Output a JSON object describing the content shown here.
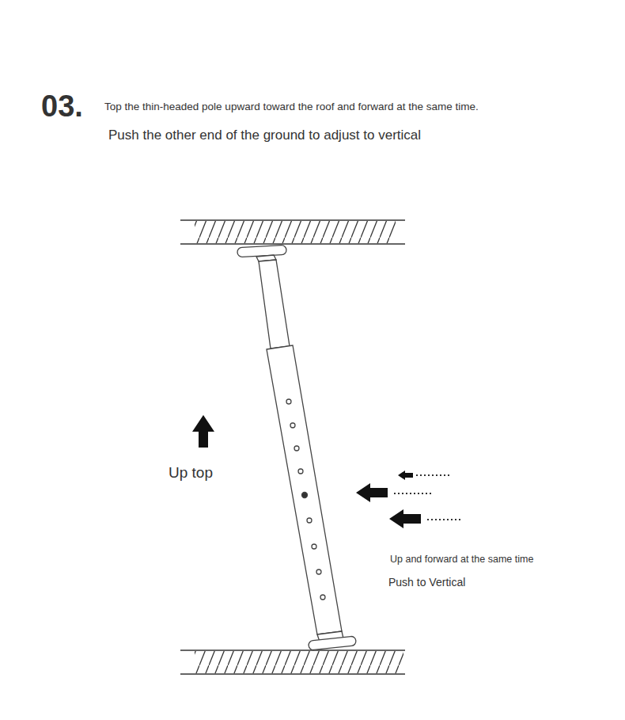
{
  "diagram": {
    "labels": [
      "03.",
      "Top the thin-headed pole upward toward the roof and forward at the same time.",
      "Push the other end of the ground to adjust to vertical",
      "Up top",
      "Up and forward at the same time",
      "Push to Vertical"
    ]
  }
}
